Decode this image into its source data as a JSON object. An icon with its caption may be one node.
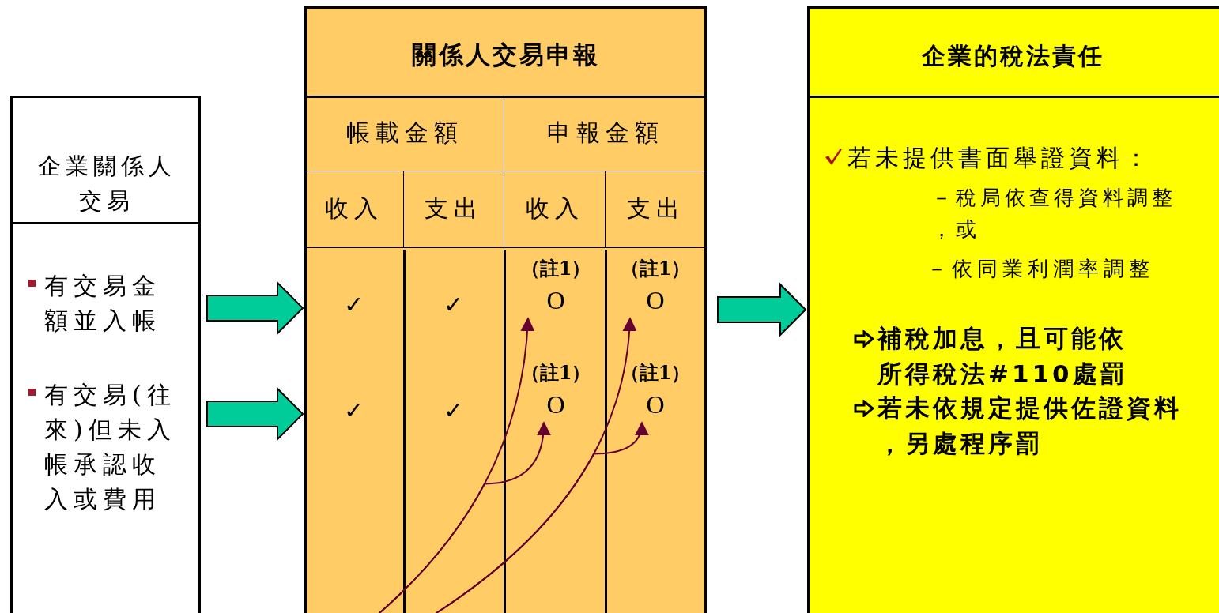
{
  "diagram": {
    "nodes": [
      {
        "text": [
          "企業關係人交易"
        ]
      },
      {
        "text": [
          "有交易金額並入帳"
        ],
        "in": 0
      },
      {
        "text": [
          "有交易(往來)但未入帳承認收入或費用"
        ],
        "in": 0
      },
      {
        "text": [
          "關係人交易申報"
        ]
      },
      {
        "text": [
          "帳載金額"
        ],
        "in": 3
      },
      {
        "text": [
          "申報金額"
        ],
        "in": 3
      },
      {
        "text": [
          "收入"
        ],
        "in": 3
      },
      {
        "text": [
          "支出"
        ],
        "in": 3
      },
      {
        "text": [
          "收入"
        ],
        "in": 3
      },
      {
        "text": [
          "支出"
        ],
        "in": 3
      },
      {
        "text": [
          "✓"
        ],
        "in": 3
      },
      {
        "text": [
          "✓"
        ],
        "in": 3
      },
      {
        "text": [
          "（註1）",
          "O"
        ],
        "in": 3
      },
      {
        "text": [
          "（註1）",
          "O"
        ],
        "in": 3
      },
      {
        "text": [
          "✓"
        ],
        "in": 3
      },
      {
        "text": [
          "✓"
        ],
        "in": 3
      },
      {
        "text": [
          "（註1）",
          "O"
        ],
        "in": 3
      },
      {
        "text": [
          "（註1）",
          "O"
        ],
        "in": 3
      },
      {
        "text": [
          "企業的稅法責任",
          "若未提供書面舉證資料：",
          "－稅局依查得資料調整，或",
          "－依同業利潤率調整",
          "補稅加息，且可能依所得稅法#110處罰",
          "若未依規定提供佐證資料，另處程序罰"
        ]
      }
    ],
    "edges": [
      {
        "from": 1,
        "to": 10,
        "arrow": "to",
        "style": "thick",
        "color": "#00cc99"
      },
      {
        "from": 2,
        "to": 14,
        "arrow": "to",
        "style": "thick",
        "color": "#00cc99"
      },
      {
        "from": 3,
        "to": 18,
        "arrow": "to",
        "style": "thick",
        "color": "#00cc99"
      },
      {
        "from": null,
        "to": 12,
        "arrow": "to",
        "color": "#660033"
      },
      {
        "from": null,
        "to": 16,
        "arrow": "to",
        "color": "#660033"
      },
      {
        "from": null,
        "to": 13,
        "arrow": "to",
        "color": "#660033"
      },
      {
        "from": null,
        "to": 17,
        "arrow": "to",
        "color": "#660033"
      }
    ]
  }
}
